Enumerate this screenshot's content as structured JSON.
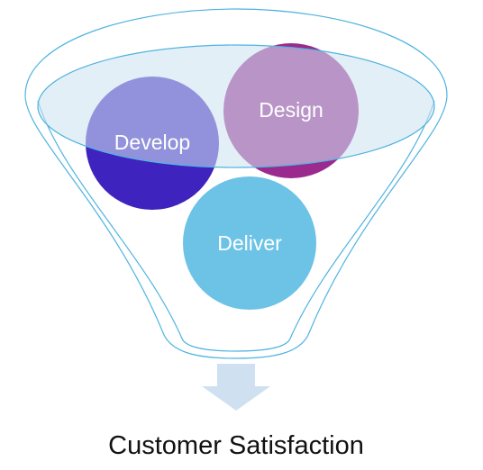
{
  "funnel": {
    "items": [
      {
        "label": "Design",
        "color": "#9B2A8E"
      },
      {
        "label": "Develop",
        "color": "#3F23BE"
      },
      {
        "label": "Deliver",
        "color": "#6CC3E6"
      }
    ],
    "outline_color": "#4FB3E0",
    "top_fill_color": "#CFE3F1"
  },
  "arrow": {
    "color": "#CFE0F0",
    "icon": "down-arrow-icon"
  },
  "result": {
    "label": "Customer Satisfaction"
  }
}
